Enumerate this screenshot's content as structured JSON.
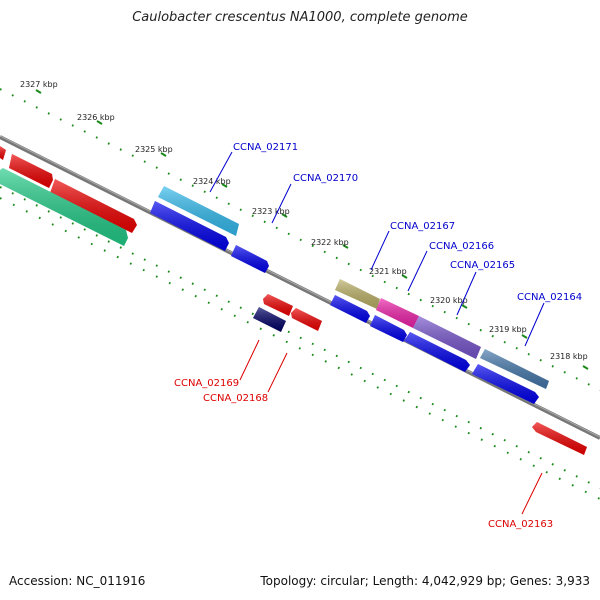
{
  "title": "Caulobacter crescentus NA1000, complete genome",
  "footer": {
    "accession": "Accession: NC_011916",
    "summary": "Topology: circular; Length: 4,042,929 bp; Genes: 3,933"
  },
  "ticks": [
    {
      "label": "2327 kbp"
    },
    {
      "label": "2326 kbp"
    },
    {
      "label": "2325 kbp"
    },
    {
      "label": "2324 kbp"
    },
    {
      "label": "2323 kbp"
    },
    {
      "label": "2322 kbp"
    },
    {
      "label": "2321 kbp"
    },
    {
      "label": "2320 kbp"
    },
    {
      "label": "2319 kbp"
    },
    {
      "label": "2318 kbp"
    }
  ],
  "gene_labels": [
    {
      "label": "CCNA_02171",
      "color": "#0000cc"
    },
    {
      "label": "CCNA_02170",
      "color": "#0000cc"
    },
    {
      "label": "CCNA_02167",
      "color": "#0000cc"
    },
    {
      "label": "CCNA_02166",
      "color": "#0000cc"
    },
    {
      "label": "CCNA_02165",
      "color": "#0000cc"
    },
    {
      "label": "CCNA_02164",
      "color": "#0000cc"
    },
    {
      "label": "CCNA_02169",
      "color": "#dd0000"
    },
    {
      "label": "CCNA_02168",
      "color": "#dd0000"
    },
    {
      "label": "CCNA_02163",
      "color": "#dd0000"
    }
  ],
  "colors": {
    "backbone": "#777777",
    "tick_dots": "#1a8a1a",
    "forward_cds": "#0000ee",
    "reverse_cds": "#ee0000"
  }
}
